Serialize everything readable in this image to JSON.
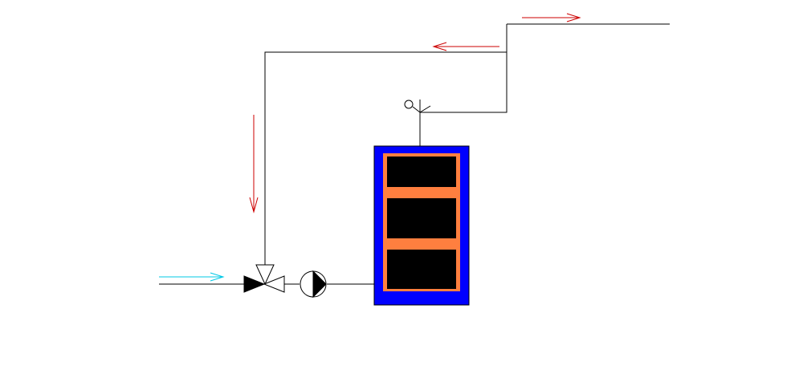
{
  "diagram": {
    "colors": {
      "background": "#ffffff",
      "pipe": "#000000",
      "return_flow_arrow": "#cc0000",
      "inlet_flow_arrow": "#00c8e6",
      "tank_shell": "#0000ff",
      "tank_jacket": "#ff7f3f",
      "tank_segment": "#000000"
    },
    "components": [
      {
        "id": "three-way-mixing-valve",
        "icon": "three-way-valve-icon"
      },
      {
        "id": "circulation-pump",
        "icon": "pump-icon"
      },
      {
        "id": "storage-tank",
        "icon": "tank-icon",
        "segments": 3
      },
      {
        "id": "air-vent",
        "icon": "air-vent-icon"
      }
    ],
    "flow_arrows": [
      {
        "id": "outlet-flow",
        "direction": "right",
        "color": "red"
      },
      {
        "id": "return-flow-top",
        "direction": "left",
        "color": "red"
      },
      {
        "id": "return-flow-down",
        "direction": "down",
        "color": "red"
      },
      {
        "id": "inlet-flow",
        "direction": "right",
        "color": "cyan"
      }
    ]
  }
}
